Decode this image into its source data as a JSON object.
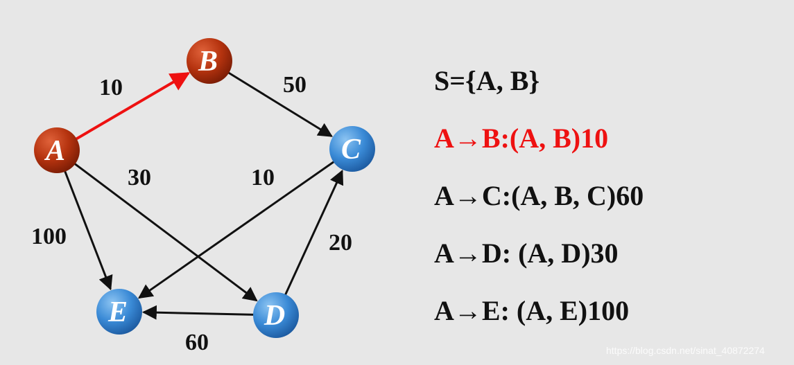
{
  "graph": {
    "nodes": [
      {
        "id": "A",
        "label": "A",
        "style": "selected"
      },
      {
        "id": "B",
        "label": "B",
        "style": "selected"
      },
      {
        "id": "C",
        "label": "C",
        "style": "unvisited"
      },
      {
        "id": "D",
        "label": "D",
        "style": "unvisited"
      },
      {
        "id": "E",
        "label": "E",
        "style": "unvisited"
      }
    ],
    "edges": [
      {
        "from": "A",
        "to": "B",
        "weight": "10",
        "highlight": true
      },
      {
        "from": "B",
        "to": "C",
        "weight": "50",
        "highlight": false
      },
      {
        "from": "A",
        "to": "D",
        "weight": "30",
        "highlight": false
      },
      {
        "from": "C",
        "to": "E",
        "weight": "10",
        "highlight": false
      },
      {
        "from": "A",
        "to": "E",
        "weight": "100",
        "highlight": false
      },
      {
        "from": "D",
        "to": "C",
        "weight": "20",
        "highlight": false
      },
      {
        "from": "D",
        "to": "E",
        "weight": "60",
        "highlight": false
      }
    ]
  },
  "panel": {
    "lines": [
      {
        "text": "S={A, B}",
        "color": "#111111"
      },
      {
        "text": "A→B:(A, B)10",
        "color": "#ee1111"
      },
      {
        "text": "A→C:(A, B, C)60",
        "color": "#111111"
      },
      {
        "text": "A→D: (A, D)30",
        "color": "#111111"
      },
      {
        "text": "A→E: (A, E)100",
        "color": "#111111"
      }
    ]
  },
  "watermark": "https://blog.csdn.net/sinat_40872274",
  "colors": {
    "selected": "#c43a12",
    "unvisited": "#3a8ad6",
    "highlight_edge": "#ee1111",
    "edge": "#111111"
  }
}
